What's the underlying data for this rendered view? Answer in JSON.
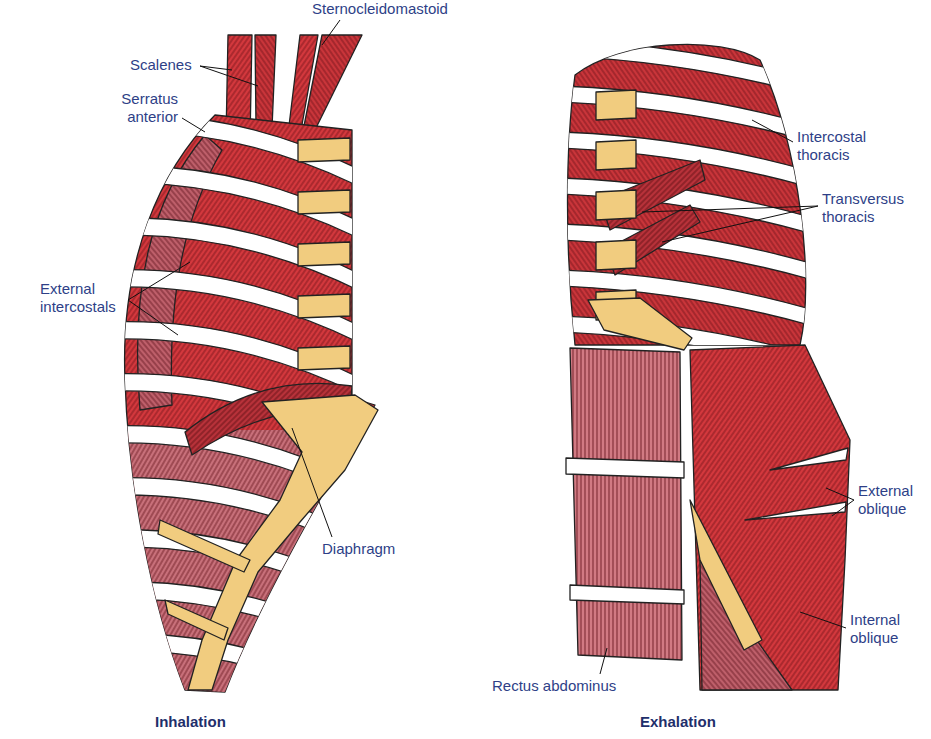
{
  "diagram": {
    "labels": [
      "Sternocleidomastoid",
      "Scalenes",
      "Serratus anterior",
      "External intercostals",
      "Diaphragm",
      "Inhalation",
      "Intercostal thoracis",
      "Transversus thoracis",
      "External oblique",
      "Internal oblique",
      "Rectus abdominus",
      "Exhalation"
    ]
  }
}
